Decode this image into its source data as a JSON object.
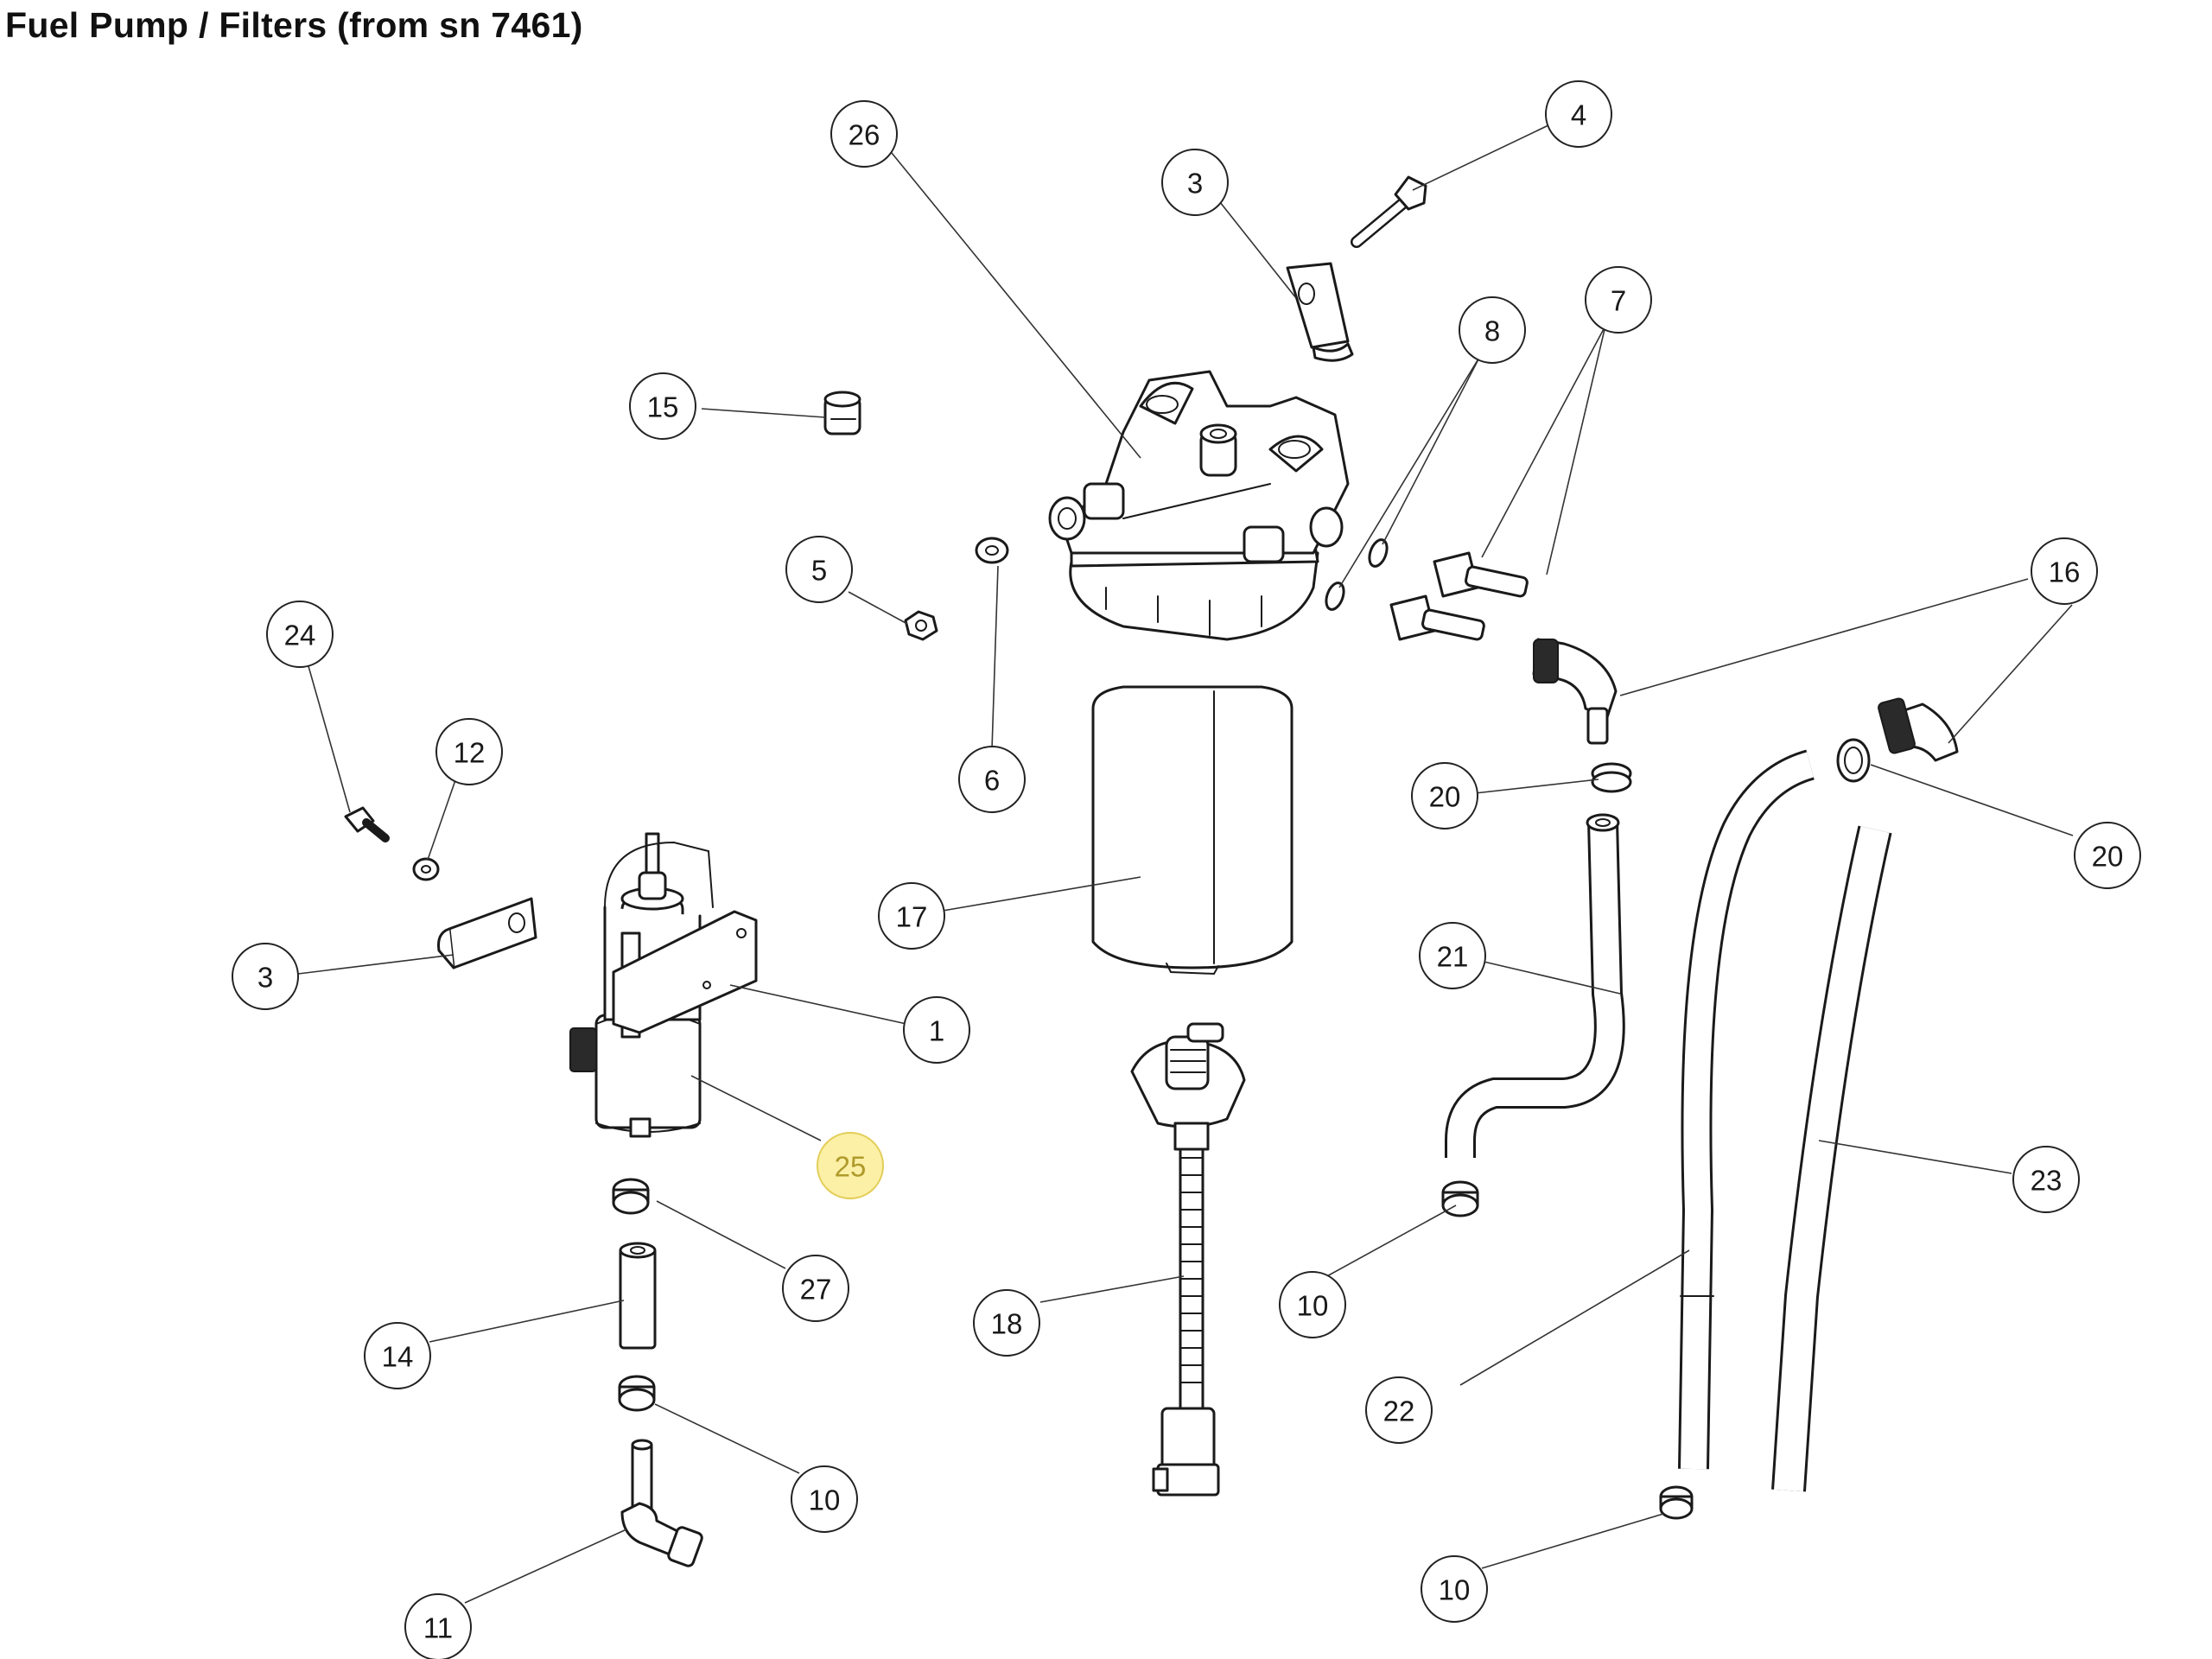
{
  "title": "Fuel Pump / Filters (from sn 7461)",
  "highlight_color": "#fbf0a6",
  "callouts": [
    {
      "id": "26",
      "label": "26"
    },
    {
      "id": "3a",
      "label": "3"
    },
    {
      "id": "4",
      "label": "4"
    },
    {
      "id": "8",
      "label": "8"
    },
    {
      "id": "7",
      "label": "7"
    },
    {
      "id": "15",
      "label": "15"
    },
    {
      "id": "5",
      "label": "5"
    },
    {
      "id": "24",
      "label": "24"
    },
    {
      "id": "16",
      "label": "16"
    },
    {
      "id": "12",
      "label": "12"
    },
    {
      "id": "6",
      "label": "6"
    },
    {
      "id": "20a",
      "label": "20"
    },
    {
      "id": "20b",
      "label": "20"
    },
    {
      "id": "17",
      "label": "17"
    },
    {
      "id": "3b",
      "label": "3"
    },
    {
      "id": "21",
      "label": "21"
    },
    {
      "id": "1",
      "label": "1"
    },
    {
      "id": "25",
      "label": "25",
      "highlighted": true
    },
    {
      "id": "23",
      "label": "23"
    },
    {
      "id": "27",
      "label": "27"
    },
    {
      "id": "10a",
      "label": "10"
    },
    {
      "id": "18",
      "label": "18"
    },
    {
      "id": "14",
      "label": "14"
    },
    {
      "id": "22",
      "label": "22"
    },
    {
      "id": "10b",
      "label": "10"
    },
    {
      "id": "11",
      "label": "11"
    },
    {
      "id": "10c",
      "label": "10"
    }
  ]
}
